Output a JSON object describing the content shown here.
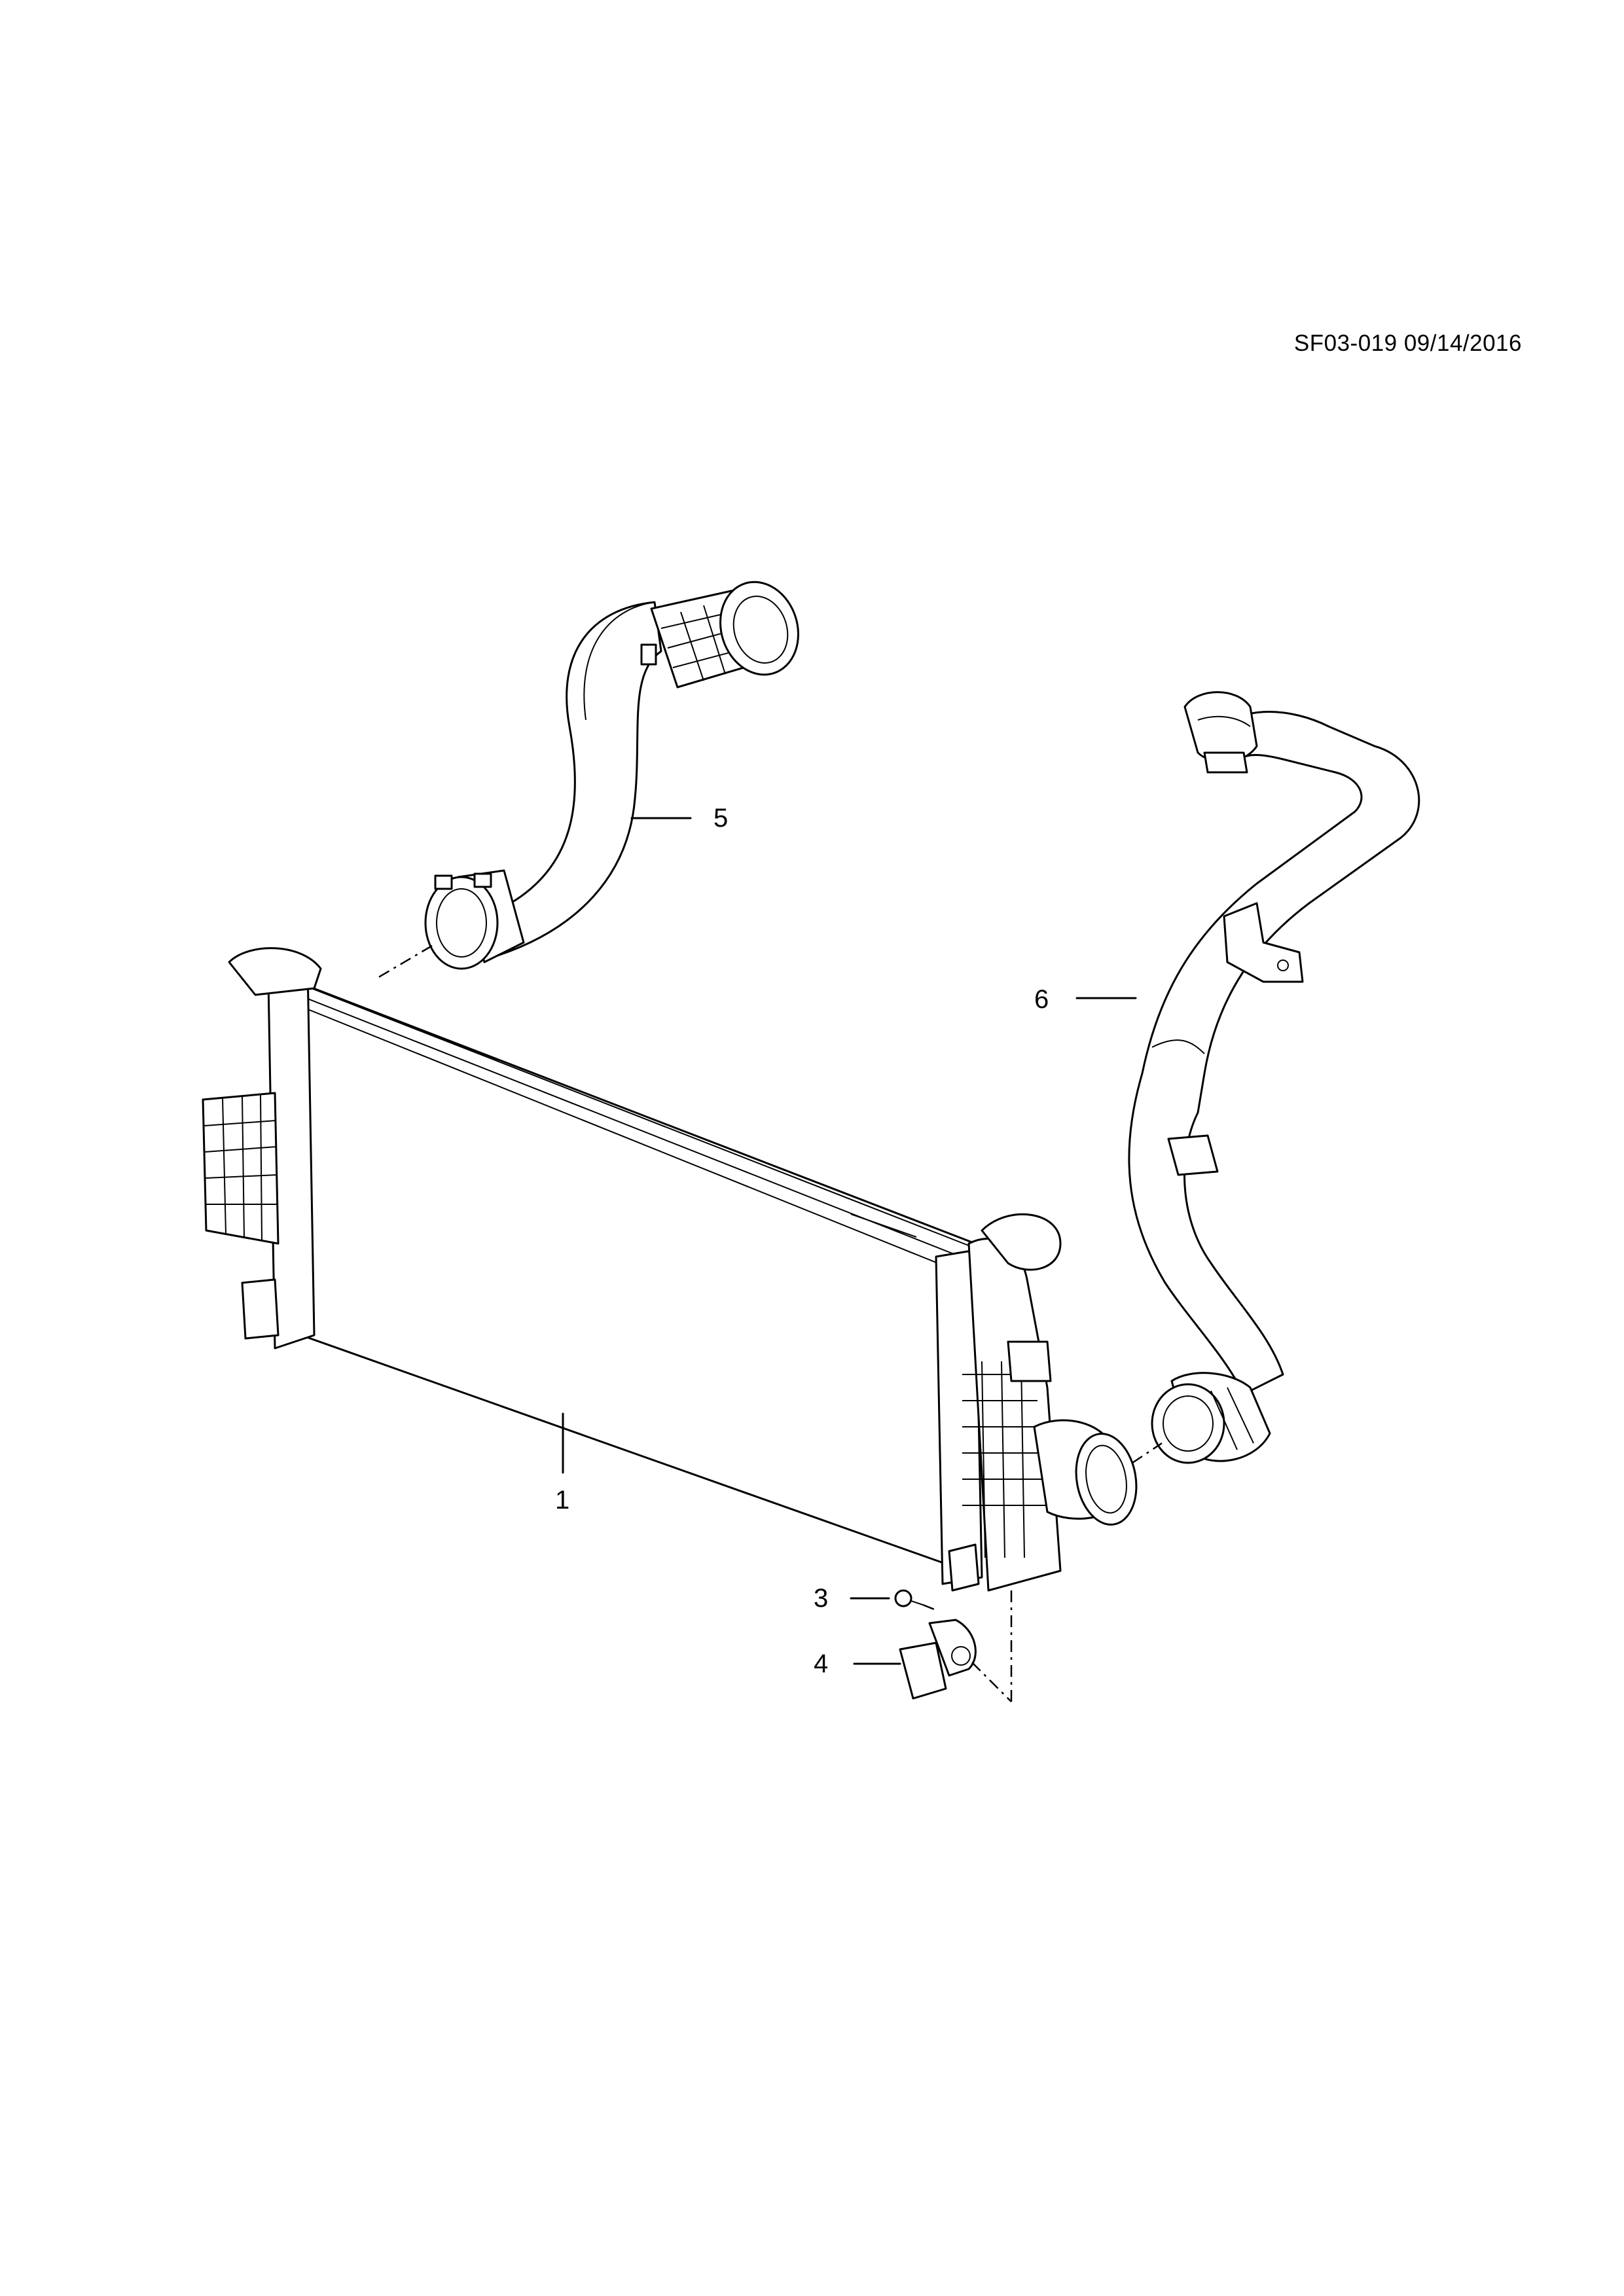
{
  "document": {
    "code": "SF03-019 09/14/2016"
  },
  "callouts": [
    {
      "id": "1",
      "label": "1",
      "part": "intercooler"
    },
    {
      "id": "3",
      "label": "3",
      "part": "bolt"
    },
    {
      "id": "4",
      "label": "4",
      "part": "sensor"
    },
    {
      "id": "5",
      "label": "5",
      "part": "inlet-hose"
    },
    {
      "id": "6",
      "label": "6",
      "part": "outlet-hose"
    }
  ]
}
